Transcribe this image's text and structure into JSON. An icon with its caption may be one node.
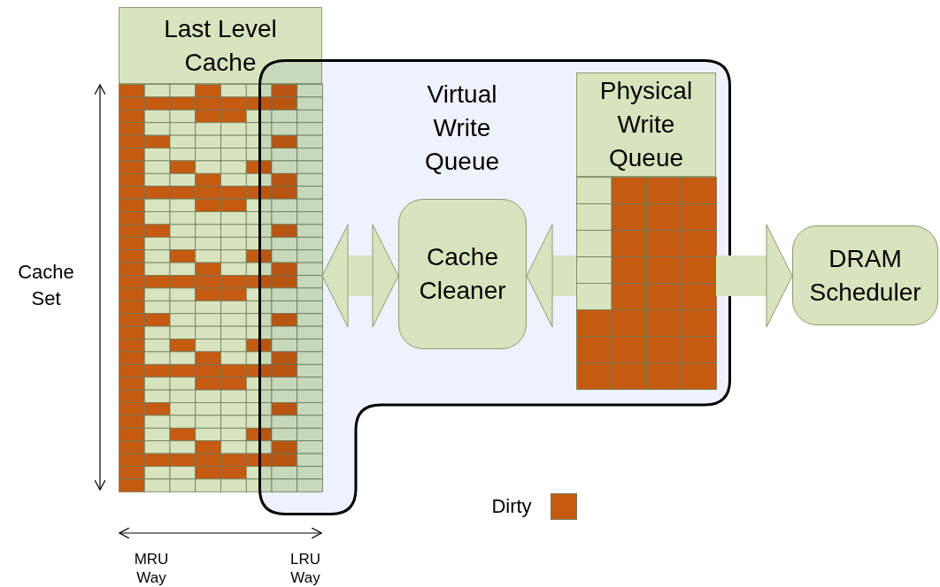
{
  "diagram": {
    "nodes": [
      {
        "text": [
          "Last Level Cache"
        ]
      },
      {
        "text": [
          "Virtual Write Queue"
        ]
      },
      {
        "text": [
          "Cache Cleaner"
        ],
        "in": 1
      },
      {
        "text": [
          "Physical Write Queue"
        ],
        "in": 1
      },
      {
        "text": [
          "DRAM Scheduler"
        ]
      }
    ],
    "edges": [
      {
        "from": 0,
        "to": 2,
        "arrow": "both"
      },
      {
        "from": 3,
        "to": 2,
        "arrow": "to"
      },
      {
        "from": 3,
        "to": 4,
        "arrow": "to"
      }
    ],
    "labels": [
      "Cache Set",
      "MRU Way",
      "LRU Way"
    ],
    "legend": [
      {
        "text": "Dirty",
        "color": "#c55a11"
      }
    ]
  }
}
